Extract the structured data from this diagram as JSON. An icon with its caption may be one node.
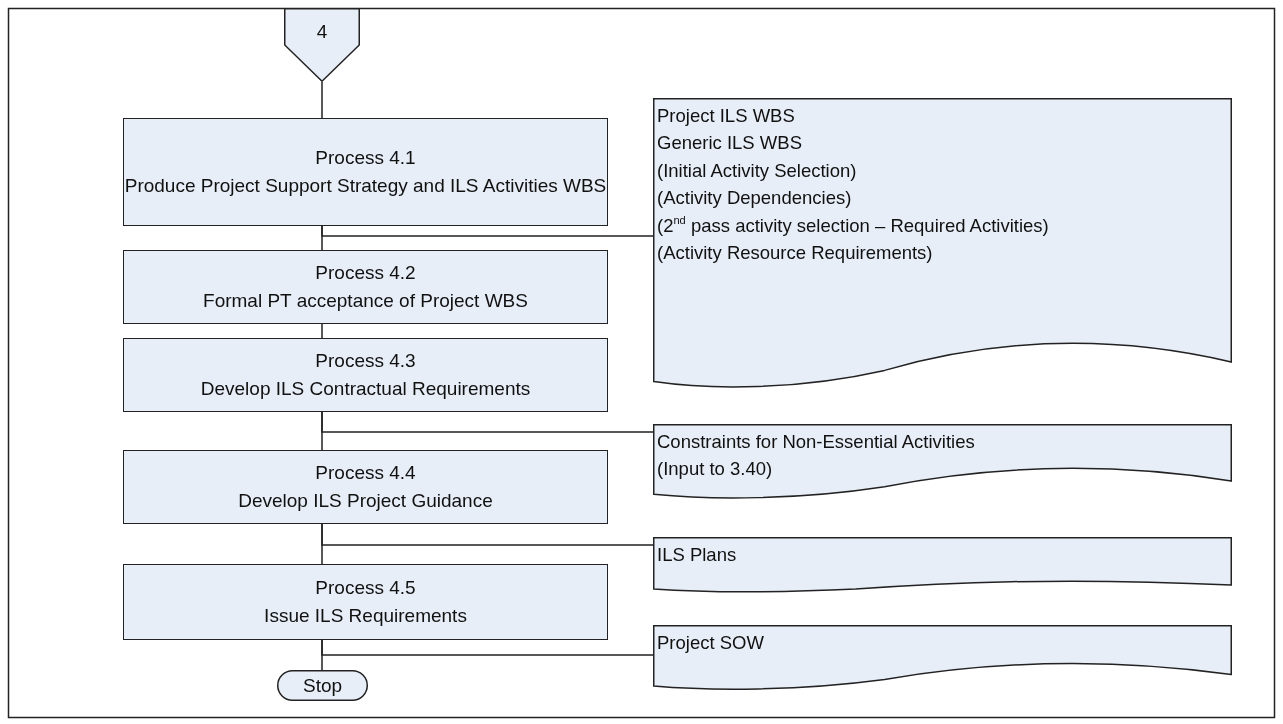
{
  "diagram": {
    "nodes": [
      {
        "text": [
          "4"
        ]
      },
      {
        "text": [
          "Process 4.1",
          "Produce Project Support Strategy and ILS Activities WBS"
        ]
      },
      {
        "text": [
          "Project ILS WBS",
          "Generic ILS WBS",
          "(Initial Activity Selection)",
          "(Activity Dependencies)",
          "(2$^{nd}$ pass activity selection – Required Activities)",
          "(Activity Resource Requirements)"
        ]
      },
      {
        "text": [
          "Process 4.2",
          "Formal PT acceptance of Project WBS"
        ]
      },
      {
        "text": [
          "Process 4.3",
          "Develop ILS Contractual Requirements"
        ]
      },
      {
        "text": [
          "Constraints for Non-Essential Activities",
          "(Input to 3.40)"
        ]
      },
      {
        "text": [
          "Process 4.4",
          "Develop ILS Project Guidance"
        ]
      },
      {
        "text": [
          "ILS Plans"
        ]
      },
      {
        "text": [
          "Process 4.5",
          "Issue ILS Requirements"
        ]
      },
      {
        "text": [
          "Project SOW"
        ]
      },
      {
        "text": [
          "Stop"
        ]
      }
    ],
    "edges": [
      {
        "from": 0,
        "to": 1,
        "arrow": "none"
      },
      {
        "from": 1,
        "to": 3,
        "arrow": "none"
      },
      {
        "from": 1,
        "to": 2,
        "arrow": "none"
      },
      {
        "from": 3,
        "to": 4,
        "arrow": "none"
      },
      {
        "from": 4,
        "to": 6,
        "arrow": "none"
      },
      {
        "from": 4,
        "to": 5,
        "arrow": "none"
      },
      {
        "from": 6,
        "to": 8,
        "arrow": "none"
      },
      {
        "from": 6,
        "to": 7,
        "arrow": "none"
      },
      {
        "from": 8,
        "to": 10,
        "arrow": "none"
      },
      {
        "from": 8,
        "to": 9,
        "arrow": "none"
      }
    ]
  }
}
